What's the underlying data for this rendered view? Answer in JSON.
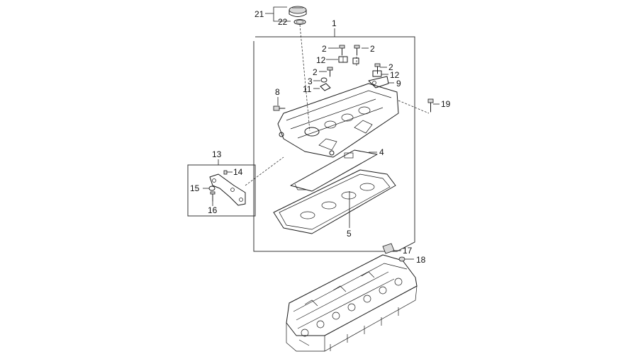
{
  "callouts": {
    "c1": "1",
    "c2a": "2",
    "c2b": "2",
    "c2c": "2",
    "c2d": "2",
    "c3": "3",
    "c4": "4",
    "c5": "5",
    "c8": "8",
    "c9": "9",
    "c11": "11",
    "c12a": "12",
    "c12b": "12",
    "c13": "13",
    "c14": "14",
    "c15": "15",
    "c16": "16",
    "c17": "17",
    "c18": "18",
    "c19": "19",
    "c21": "21",
    "c22": "22"
  },
  "colors": {
    "line": "#1a1a1a",
    "frame": "#333333"
  }
}
